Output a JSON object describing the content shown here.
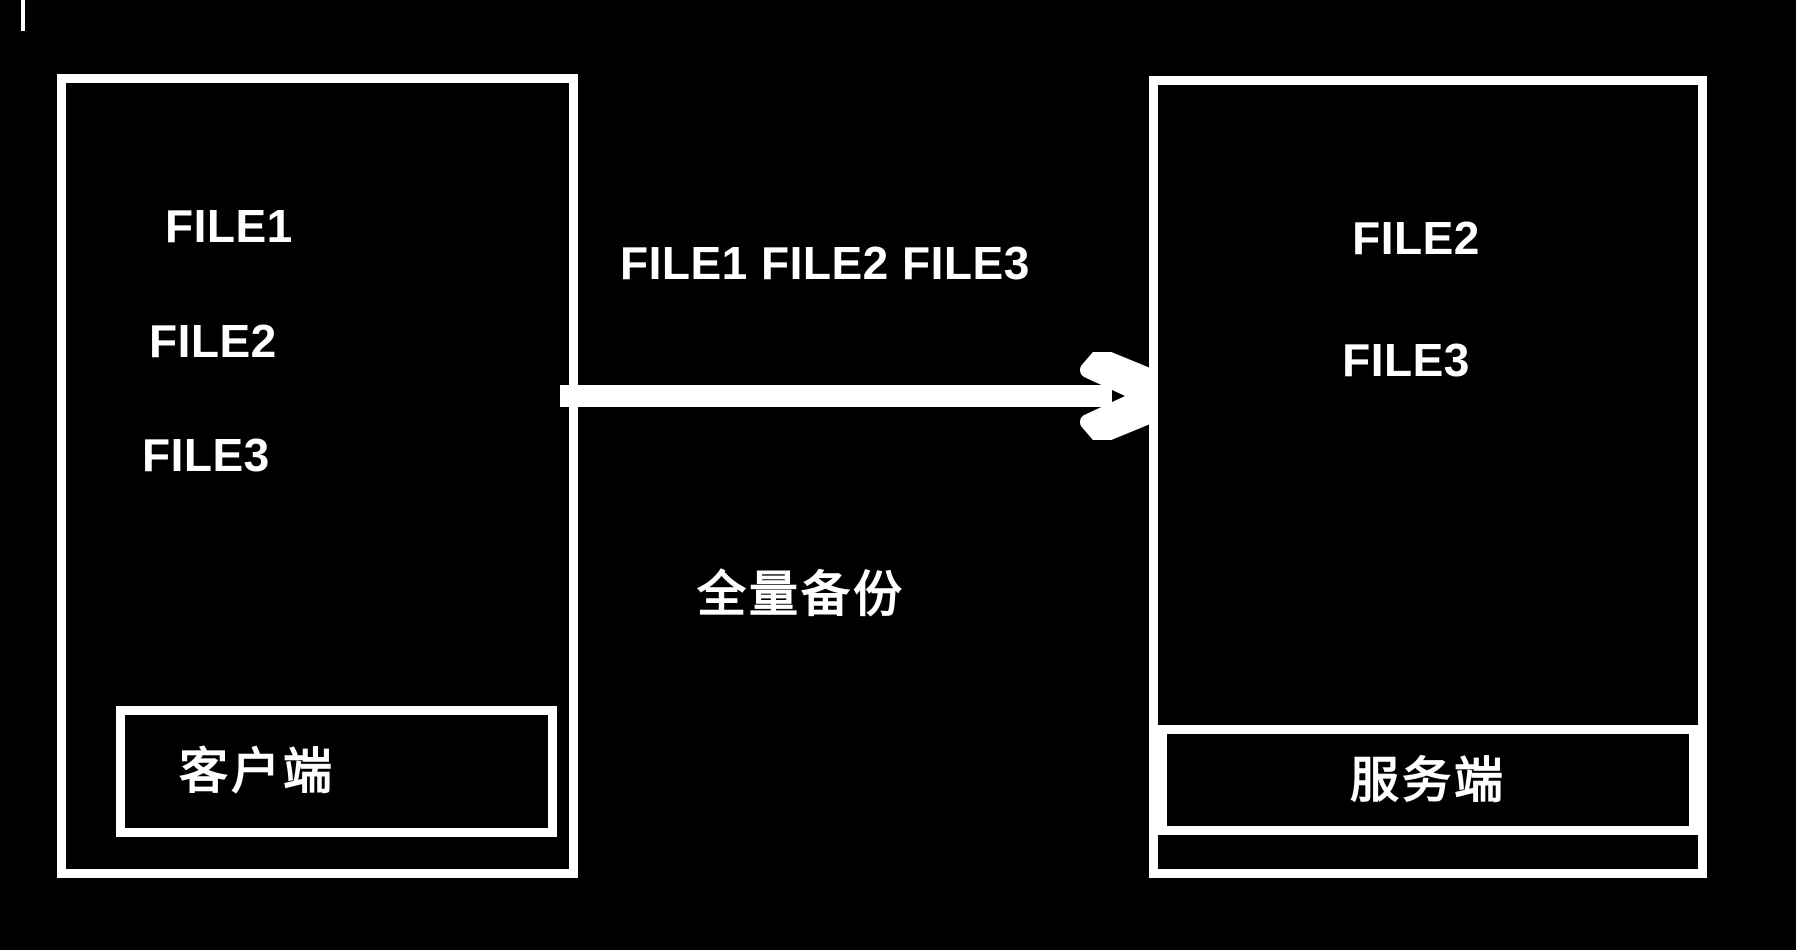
{
  "diagram": {
    "title": "全量备份",
    "background_color": "#000000",
    "stroke_color": "#ffffff",
    "text_color": "#ffffff"
  },
  "client": {
    "label": "客户端",
    "files": [
      "FILE1",
      "FILE2",
      "FILE3"
    ]
  },
  "server": {
    "label": "服务端",
    "files": [
      "FILE2",
      "FILE3"
    ]
  },
  "flow": {
    "transfer_label": "FILE1  FILE2  FILE3",
    "caption": "全量备份",
    "direction": "client-to-server",
    "arrow_icon": "arrow-right-icon"
  },
  "marks": {
    "top_left_tick": ""
  }
}
